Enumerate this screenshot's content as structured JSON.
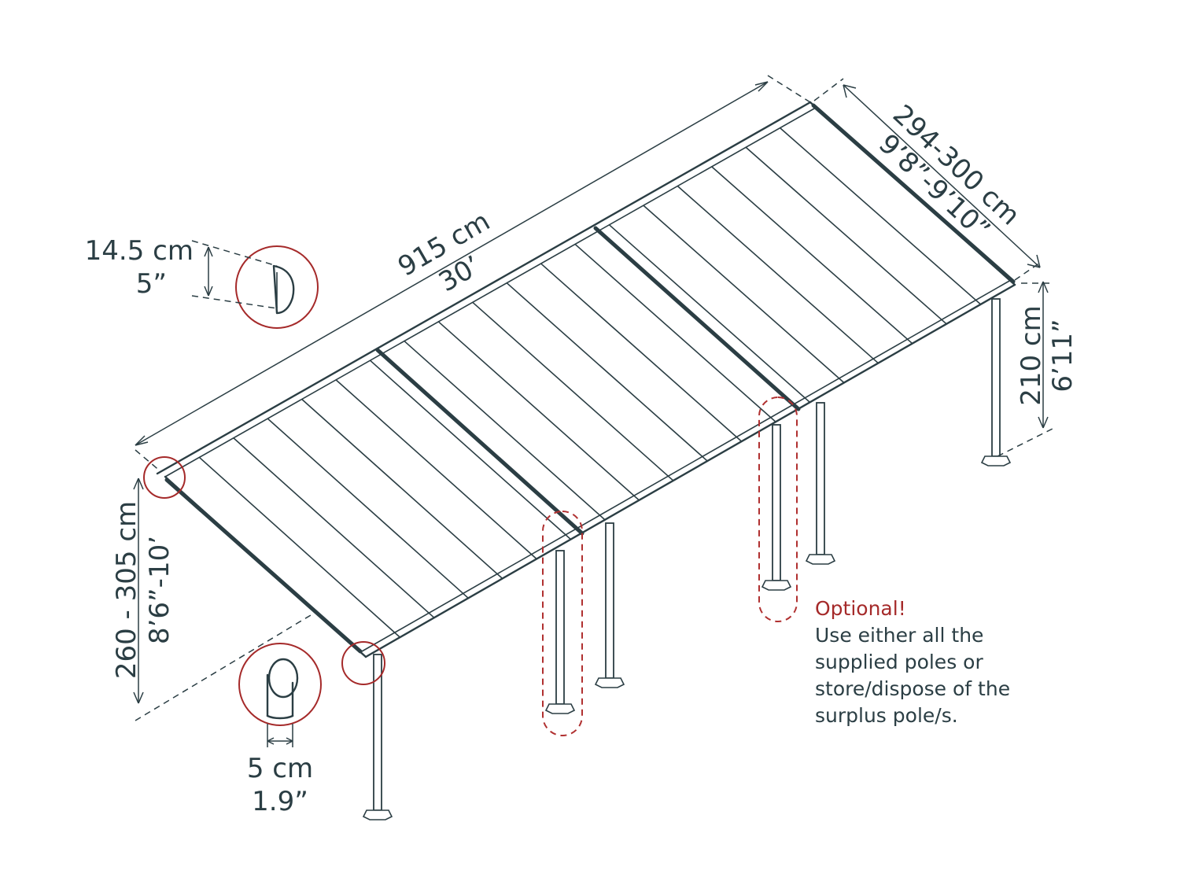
{
  "dimensions": {
    "length_cm": "915 cm",
    "length_ft": "30’",
    "depth_cm": "294-300 cm",
    "depth_ft": "9’8”-9’10”",
    "height_back_cm": "210 cm",
    "height_back_ft": "6’11”",
    "height_front_cm": "260 - 305 cm",
    "height_front_ft": "8’6”-10’",
    "gutter_cm": "14.5 cm",
    "gutter_in": "5”",
    "pole_cm": "5 cm",
    "pole_in": "1.9”"
  },
  "note": {
    "title": "Optional!",
    "lines": [
      "Use either all the",
      "supplied poles or",
      "store/dispose of the",
      "surplus pole/s."
    ],
    "title_color": "#a52a2a"
  },
  "colors": {
    "line": "#2b3e44",
    "accent": "#a52a2a"
  }
}
